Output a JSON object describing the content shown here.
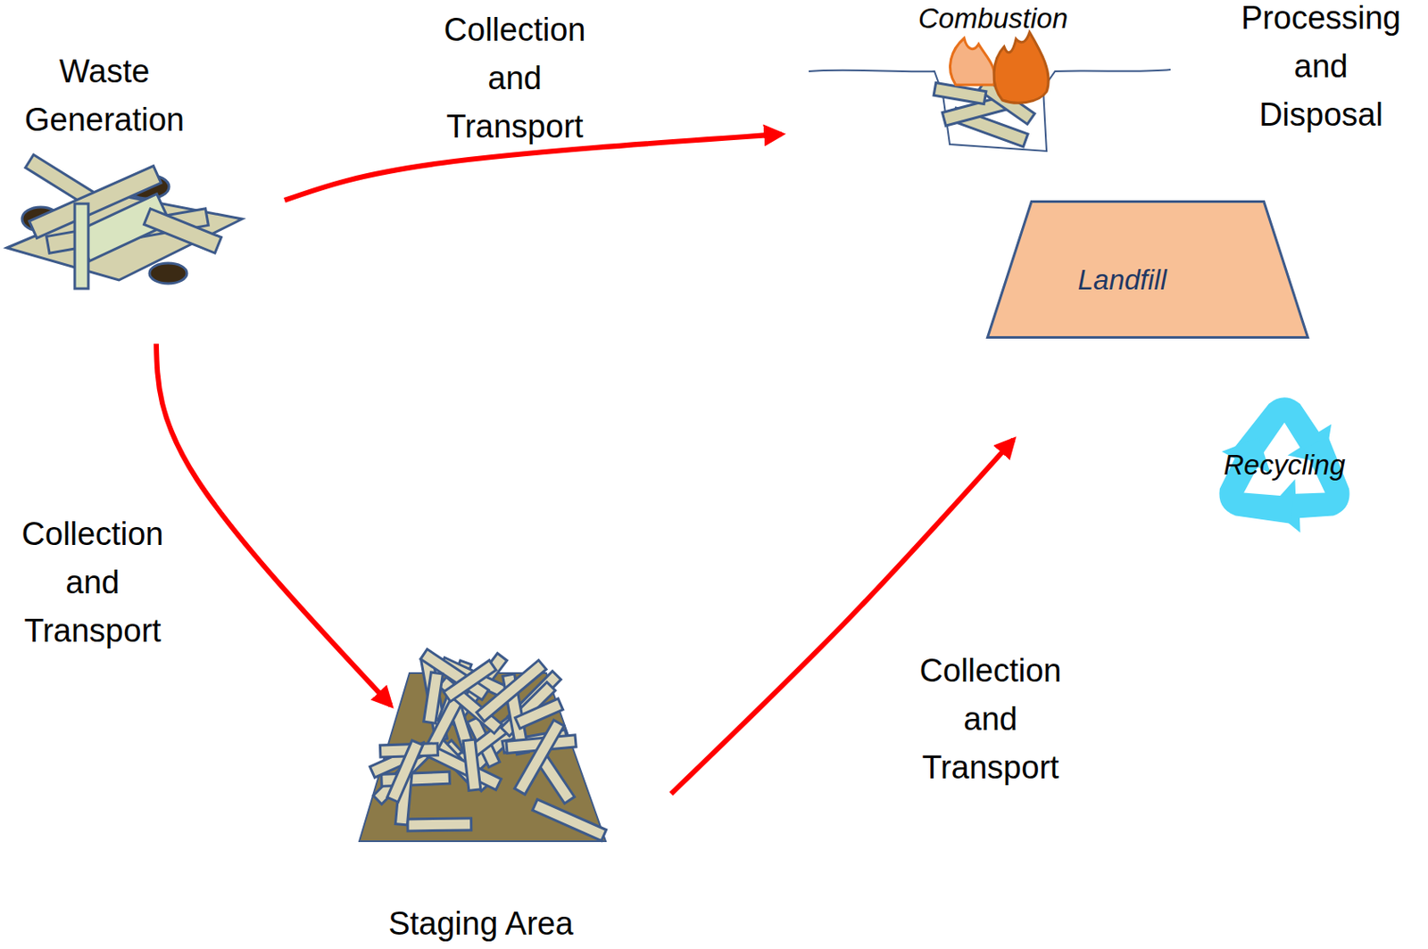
{
  "diagram": {
    "nodes": [
      {
        "text": [
          "Waste Generation"
        ]
      },
      {
        "text": [
          "Combustion"
        ]
      },
      {
        "text": [
          "Landfill"
        ]
      },
      {
        "text": [
          "Recycling"
        ]
      },
      {
        "text": [
          "Staging Area"
        ]
      }
    ],
    "edges": [
      {
        "from": 0,
        "to": 1,
        "label": "Collection and Transport",
        "arrow": "to"
      },
      {
        "from": 0,
        "to": 4,
        "label": "Collection and Transport",
        "arrow": "to"
      },
      {
        "from": 4,
        "to": 2,
        "label": "Collection and Transport",
        "arrow": "to"
      }
    ],
    "labels": [
      "Processing and Disposal"
    ]
  }
}
